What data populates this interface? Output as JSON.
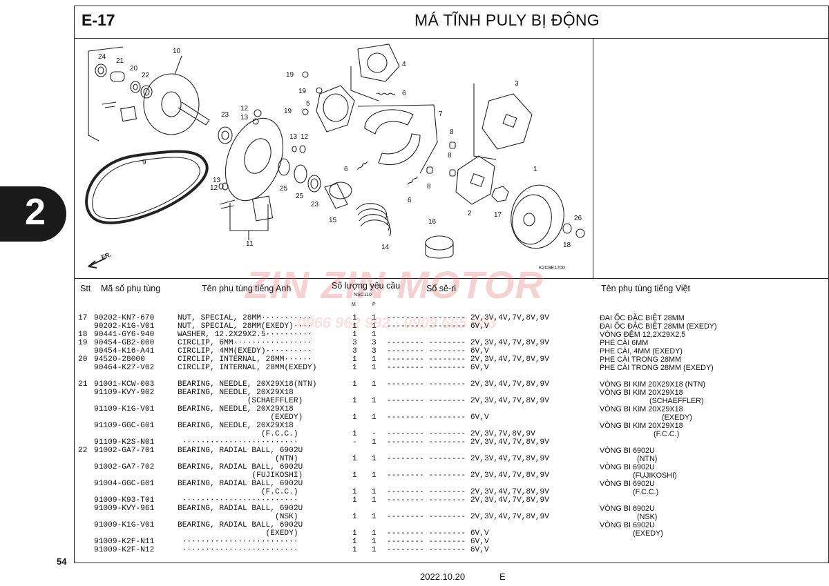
{
  "header": {
    "code": "E-17",
    "title": "MÁ TĨNH PULY BỊ ĐỘNG"
  },
  "side_tab": "2",
  "page_number": "54",
  "footer": {
    "date": "2022.10.20",
    "edition": "E"
  },
  "diagram": {
    "ref_code": "K2C8E1700",
    "fr_label": "FR.",
    "callouts": [
      "24",
      "10",
      "21",
      "20",
      "22",
      "23",
      "12",
      "13",
      "19",
      "19",
      "19",
      "5",
      "4",
      "6",
      "7",
      "3",
      "8",
      "8",
      "8",
      "6",
      "6",
      "13",
      "12",
      "13",
      "12",
      "9",
      "25",
      "25",
      "23",
      "15",
      "14",
      "16",
      "2",
      "17",
      "1",
      "26",
      "18",
      "11"
    ]
  },
  "watermark": {
    "text": "ZIN ZIN MOTOR",
    "phone": "0966 962 992 · 0909 665 983"
  },
  "table": {
    "headers": {
      "stt": "Stt",
      "part_no": "Mã số phụ tùng",
      "name_en": "Tên phụ tùng tiếng Anh",
      "qty": "Số lượng yêu cầu",
      "model": "NSC110",
      "m": "M",
      "p": "P",
      "serial": "Số sê-ri",
      "name_vn": "Tên phụ tùng tiếng Việt"
    },
    "rows": [
      {
        "stt": "17",
        "part": "90202-KN7-670",
        "en": "NUT, SPECIAL, 28MM···········",
        "m": "1",
        "p": "1",
        "serial": "-------- -------- 2V,3V,4V,7V,8V,9V",
        "vn": "ĐAI ỐC ĐẶC BIỆT 28MM"
      },
      {
        "stt": "",
        "part": "90202-K1G-V01",
        "en": "NUT, SPECIAL, 28MM(EXEDY)····",
        "m": "1",
        "p": "1",
        "serial": "-------- -------- 6V,V",
        "vn": "ĐAI ỐC ĐẶC BIỆT 28MM (EXEDY)"
      },
      {
        "stt": "18",
        "part": "90441-GY6-940",
        "en": "WASHER, 12.2X29X2.5··········",
        "m": "1",
        "p": "1",
        "serial": "",
        "vn": "VÒNG ĐỆM 12,2X29X2,5"
      },
      {
        "stt": "19",
        "part": "90454-GB2-000",
        "en": "CIRCLIP, 6MM·················",
        "m": "3",
        "p": "3",
        "serial": "-------- -------- 2V,3V,4V,7V,8V,9V",
        "vn": "PHE CÀI 6MM"
      },
      {
        "stt": "",
        "part": "90454-K16-A41",
        "en": "CIRCLIP, 4MM(EXEDY)··········",
        "m": "3",
        "p": "3",
        "serial": "-------- -------- 6V,V",
        "vn": "PHE CÀI, 4MM (EXEDY)"
      },
      {
        "stt": "20",
        "part": "94520-28000",
        "en": "CIRCLIP, INTERNAL, 28MM······",
        "m": "1",
        "p": "1",
        "serial": "-------- -------- 2V,3V,4V,7V,8V,9V",
        "vn": "PHE CÀI TRONG 28MM"
      },
      {
        "stt": "",
        "part": "90464-K27-V02",
        "en": "CIRCLIP, INTERNAL, 28MM(EXEDY)",
        "m": "1",
        "p": "1",
        "serial": "-------- -------- 6V,V",
        "vn": "PHE CÀI TRONG 28MM (EXEDY)"
      },
      {
        "stt": "21",
        "part": "91001-KCW-003",
        "en": "BEARING, NEEDLE, 20X29X18(NTN)",
        "m": "1",
        "p": "1",
        "serial": "-------- -------- 2V,3V,4V,7V,8V,9V",
        "vn": "VÒNG BI KIM 20X29X18 (NTN)"
      },
      {
        "stt": "",
        "part": "91109-KVY-902",
        "en": "BEARING, NEEDLE, 20X29X18",
        "m": "",
        "p": "",
        "serial": "",
        "vn": "VÒNG BI KIM 20X29X18"
      },
      {
        "stt": "",
        "part": "",
        "en": "               (SCHAEFFLER)",
        "m": "1",
        "p": "1",
        "serial": "-------- -------- 2V,3V,4V,7V,8V,9V",
        "vn": "                        (SCHAEFFLER)"
      },
      {
        "stt": "",
        "part": "91109-K1G-V01",
        "en": "BEARING, NEEDLE, 20X29X18",
        "m": "",
        "p": "",
        "serial": "",
        "vn": "VÒNG BI KIM 20X29X18"
      },
      {
        "stt": "",
        "part": "",
        "en": "                    (EXEDY)",
        "m": "1",
        "p": "1",
        "serial": "-------- -------- 6V,V",
        "vn": "                              (EXEDY)"
      },
      {
        "stt": "",
        "part": "91109-GGC-G01",
        "en": "BEARING, NEEDLE, 20X29X18",
        "m": "",
        "p": "",
        "serial": "",
        "vn": "VÒNG BI KIM 20X29X18"
      },
      {
        "stt": "",
        "part": "",
        "en": "                  (F.C.C.)",
        "m": "1",
        "p": "-",
        "serial": "-------- -------- 2V,3V,7V,8V,9V",
        "vn": "                          (F.C.C.)"
      },
      {
        "stt": "",
        "part": "91109-K2S-N01",
        "en": " ·························",
        "m": "-",
        "p": "1",
        "serial": "-------- -------- 2V,3V,4V,7V,8V,9V",
        "vn": ""
      },
      {
        "stt": "22",
        "part": "91002-GA7-701",
        "en": "BEARING, RADIAL BALL, 6902U",
        "m": "",
        "p": "",
        "serial": "",
        "vn": "VÒNG BI 6902U"
      },
      {
        "stt": "",
        "part": "",
        "en": "                     (NTN)",
        "m": "1",
        "p": "1",
        "serial": "-------- -------- 2V,3V,4V,7V,8V,9V",
        "vn": "                  (NTN)"
      },
      {
        "stt": "",
        "part": "91002-GA7-702",
        "en": "BEARING, RADIAL BALL, 6902U",
        "m": "",
        "p": "",
        "serial": "",
        "vn": "VÒNG BI 6902U"
      },
      {
        "stt": "",
        "part": "",
        "en": "                (FUJIKOSHI)",
        "m": "1",
        "p": "1",
        "serial": "-------- -------- 2V,3V,4V,7V,8V,9V",
        "vn": "                (FUJIKOSHI)"
      },
      {
        "stt": "",
        "part": "91004-GGC-G01",
        "en": "BEARING, RADIAL BALL, 6902U",
        "m": "",
        "p": "",
        "serial": "",
        "vn": "VÒNG BI 6902U"
      },
      {
        "stt": "",
        "part": "",
        "en": "                  (F.C.C.)",
        "m": "1",
        "p": "1",
        "serial": "-------- -------- 2V,3V,4V,7V,8V,9V",
        "vn": "                (F.C.C.)"
      },
      {
        "stt": "",
        "part": "91009-K93-T01",
        "en": " ·························",
        "m": "1",
        "p": "1",
        "serial": "-------- -------- 2V,3V,4V,7V,8V,9V",
        "vn": ""
      },
      {
        "stt": "",
        "part": "91009-KVY-961",
        "en": "BEARING, RADIAL BALL, 6902U",
        "m": "",
        "p": "",
        "serial": "",
        "vn": "VÒNG BI 6902U"
      },
      {
        "stt": "",
        "part": "",
        "en": "                     (NSK)",
        "m": "1",
        "p": "1",
        "serial": "-------- -------- 2V,3V,4V,7V,8V,9V",
        "vn": "                  (NSK)"
      },
      {
        "stt": "",
        "part": "91009-K1G-V01",
        "en": "BEARING, RADIAL BALL, 6902U",
        "m": "",
        "p": "",
        "serial": "",
        "vn": "VÒNG BI 6902U"
      },
      {
        "stt": "",
        "part": "",
        "en": "                   (EXEDY)",
        "m": "1",
        "p": "1",
        "serial": "-------- -------- 6V,V",
        "vn": "                (EXEDY)"
      },
      {
        "stt": "",
        "part": "91009-K2F-N11",
        "en": " ·························",
        "m": "1",
        "p": "1",
        "serial": "-------- -------- 6V,V",
        "vn": ""
      },
      {
        "stt": "",
        "part": "91009-K2F-N12",
        "en": " ·························",
        "m": "1",
        "p": "1",
        "serial": "-------- -------- 6V,V",
        "vn": ""
      }
    ]
  }
}
